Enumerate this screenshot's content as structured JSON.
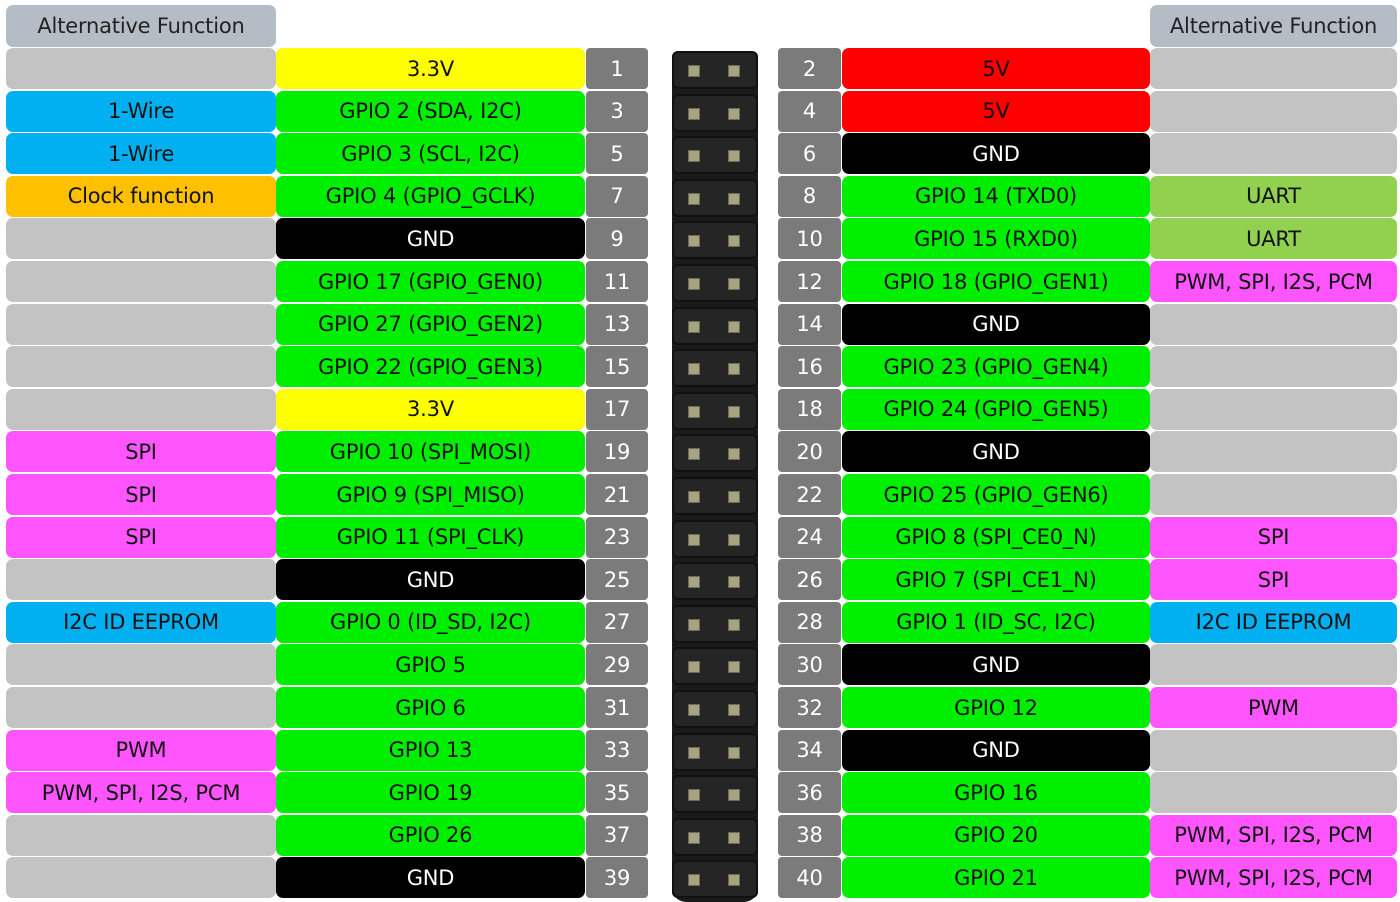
{
  "headers": {
    "left": "Alternative Function",
    "right": "Alternative Function"
  },
  "colors": {
    "power33": "#ffff00",
    "power5": "#ff0000",
    "gnd": "#000000",
    "gpio": "#00ee00",
    "none": "#c3c3c3",
    "onewire": "#00b0f0",
    "clock": "#ffc000",
    "spi_pwm": "#ff55ff",
    "uart": "#92d050",
    "i2c": "#00b0f0"
  },
  "rows": [
    {
      "lp": "1",
      "l": "3.3V",
      "lt": "power33",
      "la": "",
      "lat": "none",
      "rp": "2",
      "r": "5V",
      "rt": "power5",
      "ra": "",
      "rat": "none"
    },
    {
      "lp": "3",
      "l": "GPIO 2 (SDA,  I2C)",
      "lt": "gpio",
      "la": "1-Wire",
      "lat": "onewire",
      "rp": "4",
      "r": "5V",
      "rt": "power5",
      "ra": "",
      "rat": "none"
    },
    {
      "lp": "5",
      "l": "GPIO 3 (SCL,  I2C)",
      "lt": "gpio",
      "la": "1-Wire",
      "lat": "onewire",
      "rp": "6",
      "r": "GND",
      "rt": "gnd",
      "ra": "",
      "rat": "none"
    },
    {
      "lp": "7",
      "l": "GPIO 4 (GPIO_GCLK)",
      "lt": "gpio",
      "la": "Clock function",
      "lat": "clock",
      "rp": "8",
      "r": "GPIO 14 (TXD0)",
      "rt": "gpio",
      "ra": "UART",
      "rat": "uart"
    },
    {
      "lp": "9",
      "l": "GND",
      "lt": "gnd",
      "la": "",
      "lat": "none",
      "rp": "10",
      "r": "GPIO 15 (RXD0)",
      "rt": "gpio",
      "ra": "UART",
      "rat": "uart"
    },
    {
      "lp": "11",
      "l": "GPIO 17 (GPIO_GEN0)",
      "lt": "gpio",
      "la": "",
      "lat": "none",
      "rp": "12",
      "r": "GPIO 18 (GPIO_GEN1)",
      "rt": "gpio",
      "ra": "PWM, SPI, I2S, PCM",
      "rat": "spi_pwm"
    },
    {
      "lp": "13",
      "l": "GPIO 27 (GPIO_GEN2)",
      "lt": "gpio",
      "la": "",
      "lat": "none",
      "rp": "14",
      "r": "GND",
      "rt": "gnd",
      "ra": "",
      "rat": "none"
    },
    {
      "lp": "15",
      "l": "GPIO 22 (GPIO_GEN3)",
      "lt": "gpio",
      "la": "",
      "lat": "none",
      "rp": "16",
      "r": "GPIO 23 (GPIO_GEN4)",
      "rt": "gpio",
      "ra": "",
      "rat": "none"
    },
    {
      "lp": "17",
      "l": "3.3V",
      "lt": "power33",
      "la": "",
      "lat": "none",
      "rp": "18",
      "r": "GPIO 24 (GPIO_GEN5)",
      "rt": "gpio",
      "ra": "",
      "rat": "none"
    },
    {
      "lp": "19",
      "l": "GPIO 10 (SPI_MOSI)",
      "lt": "gpio",
      "la": "SPI",
      "lat": "spi_pwm",
      "rp": "20",
      "r": "GND",
      "rt": "gnd",
      "ra": "",
      "rat": "none"
    },
    {
      "lp": "21",
      "l": "GPIO 9 (SPI_MISO)",
      "lt": "gpio",
      "la": "SPI",
      "lat": "spi_pwm",
      "rp": "22",
      "r": "GPIO 25 (GPIO_GEN6)",
      "rt": "gpio",
      "ra": "",
      "rat": "none"
    },
    {
      "lp": "23",
      "l": "GPIO 11 (SPI_CLK)",
      "lt": "gpio",
      "la": "SPI",
      "lat": "spi_pwm",
      "rp": "24",
      "r": "GPIO 8 (SPI_CE0_N)",
      "rt": "gpio",
      "ra": "SPI",
      "rat": "spi_pwm"
    },
    {
      "lp": "25",
      "l": "GND",
      "lt": "gnd",
      "la": "",
      "lat": "none",
      "rp": "26",
      "r": "GPIO 7 (SPI_CE1_N)",
      "rt": "gpio",
      "ra": "SPI",
      "rat": "spi_pwm"
    },
    {
      "lp": "27",
      "l": "GPIO 0 (ID_SD,  I2C)",
      "lt": "gpio",
      "la": "I2C ID EEPROM",
      "lat": "i2c",
      "rp": "28",
      "r": "GPIO 1 (ID_SC,  I2C)",
      "rt": "gpio",
      "ra": "I2C ID EEPROM",
      "rat": "i2c"
    },
    {
      "lp": "29",
      "l": "GPIO 5",
      "lt": "gpio",
      "la": "",
      "lat": "none",
      "rp": "30",
      "r": "GND",
      "rt": "gnd",
      "ra": "",
      "rat": "none"
    },
    {
      "lp": "31",
      "l": "GPIO 6",
      "lt": "gpio",
      "la": "",
      "lat": "none",
      "rp": "32",
      "r": "GPIO 12",
      "rt": "gpio",
      "ra": "PWM",
      "rat": "spi_pwm"
    },
    {
      "lp": "33",
      "l": "GPIO 13",
      "lt": "gpio",
      "la": "PWM",
      "lat": "spi_pwm",
      "rp": "34",
      "r": "GND",
      "rt": "gnd",
      "ra": "",
      "rat": "none"
    },
    {
      "lp": "35",
      "l": "GPIO 19",
      "lt": "gpio",
      "la": "PWM, SPI, I2S, PCM",
      "lat": "spi_pwm",
      "rp": "36",
      "r": "GPIO 16",
      "rt": "gpio",
      "ra": "",
      "rat": "none"
    },
    {
      "lp": "37",
      "l": "GPIO 26",
      "lt": "gpio",
      "la": "",
      "lat": "none",
      "rp": "38",
      "r": "GPIO 20",
      "rt": "gpio",
      "ra": "PWM, SPI, I2S, PCM",
      "rat": "spi_pwm"
    },
    {
      "lp": "39",
      "l": "GND",
      "lt": "gnd",
      "la": "",
      "lat": "none",
      "rp": "40",
      "r": "GPIO 21",
      "rt": "gpio",
      "ra": "PWM, SPI, I2S, PCM",
      "rat": "spi_pwm"
    }
  ]
}
